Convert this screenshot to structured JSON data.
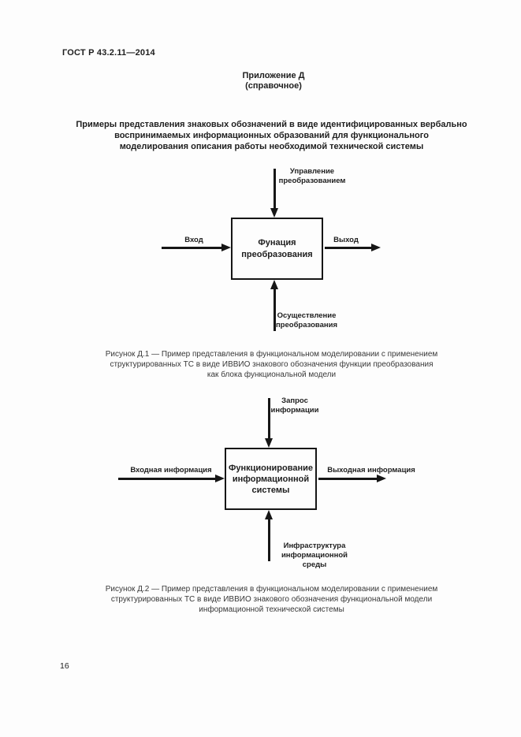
{
  "header": {
    "doc_number": "ГОСТ Р 43.2.11—2014",
    "appendix_title": "Приложение Д",
    "appendix_subtitle": "(справочное)"
  },
  "title": {
    "lines": [
      "Примеры представления знаковых обозначений в виде идентифицированных вербально",
      "воспринимаемых информационных образований для функционального",
      "моделирования описания работы необходимой технической системы"
    ]
  },
  "figure1": {
    "control_label_lines": [
      "Управление",
      "преобразованием"
    ],
    "input_label": "Вход",
    "output_label": "Выход",
    "mechanism_label_lines": [
      "Осуществление",
      "преобразования"
    ],
    "box_lines": [
      "Фунация",
      "преобразования"
    ],
    "caption_lines": [
      "Рисунок Д.1 — Пример представления в функциональном моделировании с применением",
      "структурированных ТС в виде ИВВИО знакового обозначения функции преобразования",
      "как блока функциональной модели"
    ]
  },
  "figure2": {
    "control_label_lines": [
      "Запрос",
      "информации"
    ],
    "input_label": "Входная информация",
    "output_label": "Выходная информация",
    "mechanism_label_lines": [
      "Инфраструктура",
      "информационной среды"
    ],
    "box_lines": [
      "Функционирование",
      "информационной",
      "системы"
    ],
    "caption_lines": [
      "Рисунок Д.2 — Пример представления в функциональном моделировании с применением",
      "структурированных ТС в виде ИВВИО знакового обозначения функциональной модели",
      "информационной технической системы"
    ]
  },
  "footer": {
    "page_number": "16"
  },
  "colors": {
    "ink": "#1e1e1e",
    "line": "#161616",
    "background": "#fdfdfd"
  }
}
